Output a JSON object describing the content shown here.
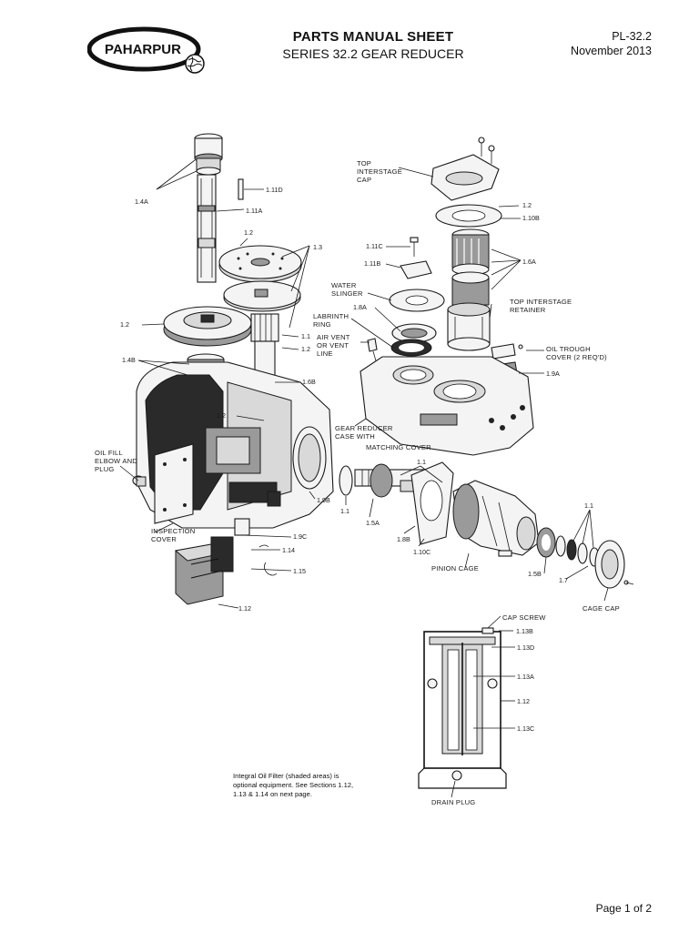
{
  "header": {
    "logo_text": "PAHARPUR",
    "title": "PARTS MANUAL SHEET",
    "subtitle": "SERIES 32.2 GEAR REDUCER",
    "doc_code": "PL-32.2",
    "doc_date": "November 2013"
  },
  "labels": {
    "l_1_4A": "1.4A",
    "l_1_11D": "1.11D",
    "l_1_11A": "1.11A",
    "l_1_2a": "1.2",
    "l_1_3": "1.3",
    "l_1_2b": "1.2",
    "l_1_1a": "1.1",
    "l_1_2c": "1.2",
    "l_1_4B": "1.4B",
    "l_1_6B": "1.6B",
    "l_1_2d": "1.2",
    "l_top_cap_1": "TOP",
    "l_top_cap_2": "INTERSTAGE",
    "l_top_cap_3": "CAP",
    "l_1_2e": "1.2",
    "l_1_10B": "1.10B",
    "l_1_11C": "1.11C",
    "l_1_11B": "1.11B",
    "l_1_6A": "1.6A",
    "l_water_1": "WATER",
    "l_water_2": "SLINGER",
    "l_1_8A": "1.8A",
    "l_lab_1": "LABRINTH",
    "l_lab_2": "RING",
    "l_air_1": "AIR VENT",
    "l_air_2": "OR VENT",
    "l_air_3": "LINE",
    "l_tir_1": "TOP INTERSTAGE",
    "l_tir_2": "RETAINER",
    "l_oil_trough_1": "OIL TROUGH",
    "l_oil_trough_2": "COVER (2 REQ'D)",
    "l_1_9A": "1.9A",
    "l_case_1": "GEAR REDUCER",
    "l_case_2": "CASE WITH",
    "l_case_3": "MATCHING COVER",
    "l_oilfill_1": "OIL FILL",
    "l_oilfill_2": "ELBOW AND",
    "l_oilfill_3": "PLUG",
    "l_1_1b": "1.1",
    "l_1_1c": "1.1",
    "l_1_9B": "1.9B",
    "l_1_5A": "1.5A",
    "l_1_8B": "1.8B",
    "l_1_10C": "1.10C",
    "l_1_1d": "1.1",
    "l_insp_1": "INSPECTION",
    "l_insp_2": "COVER",
    "l_1_9C": "1.9C",
    "l_1_14": "1.14",
    "l_1_15": "1.15",
    "l_1_12a": "1.12",
    "l_pinion": "PINION CAGE",
    "l_1_5B": "1.5B",
    "l_1_7": "1.7",
    "l_cage_cap": "CAGE CAP",
    "l_capscrew": "CAP SCREW",
    "l_1_13B": "1.13B",
    "l_1_13D": "1.13D",
    "l_1_13A": "1.13A",
    "l_1_12b": "1.12",
    "l_1_13C": "1.13C",
    "l_drain": "DRAIN PLUG"
  },
  "note": "Integral Oil Filter (shaded areas) is optional equipment. See Sections 1.12, 1.13 & 1.14 on next page.",
  "footer": {
    "page": "Page 1 of 2"
  }
}
